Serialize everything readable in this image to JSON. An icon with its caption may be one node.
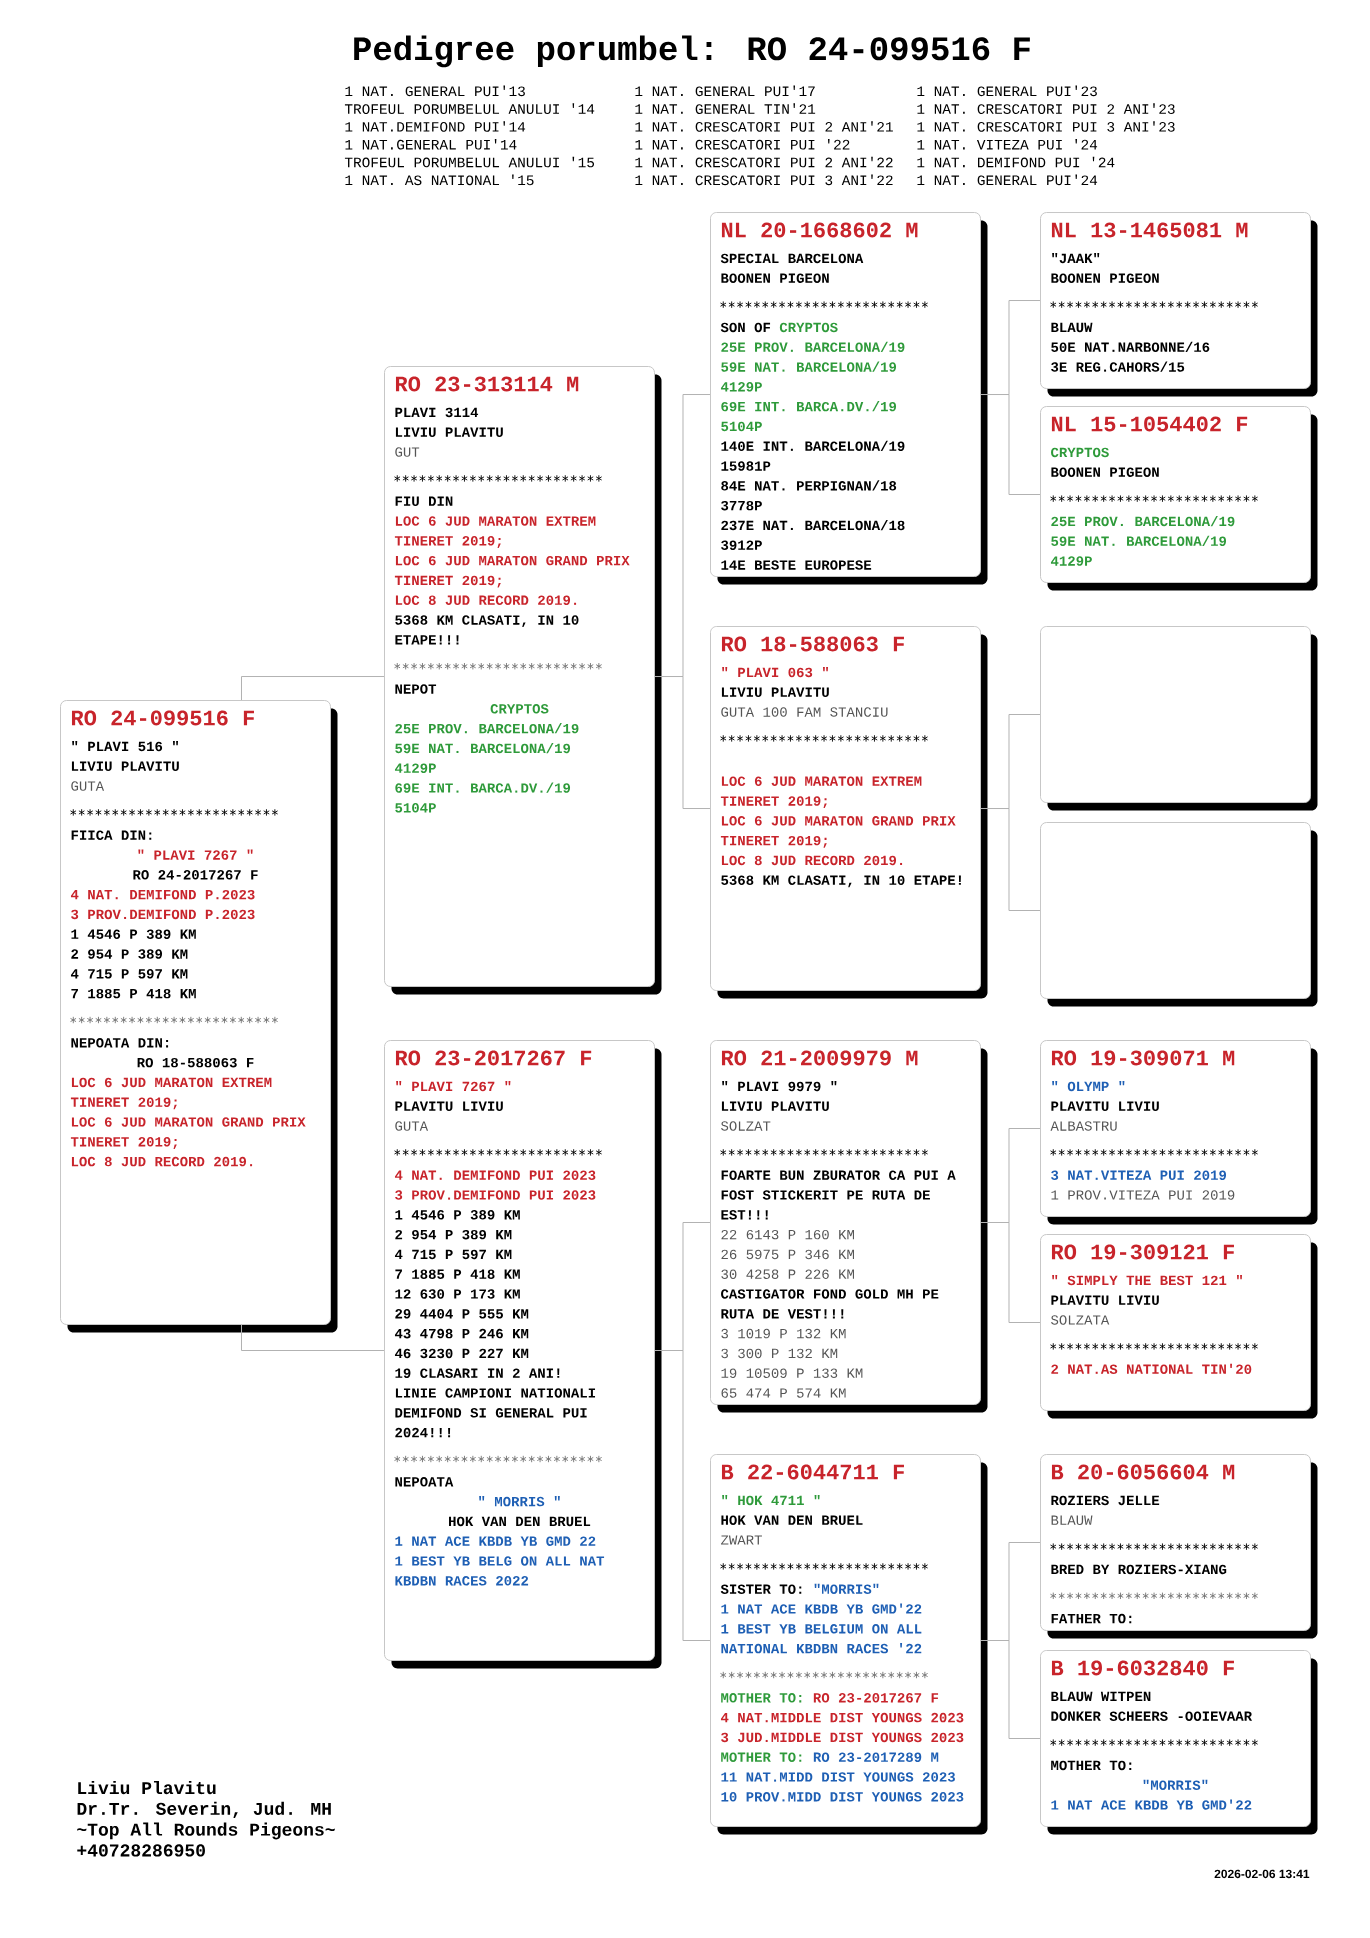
{
  "diagram": {
    "title": "Pedigree porumbel: RO 24-099516 F",
    "nodes": [
      {
        "text": [
          "RO 24-099516 F",
          "\" PLAVI 516 \"",
          "LIVIU PLAVITU",
          "GUTA",
          "FIICA DIN:",
          "\" PLAVI 7267 \"",
          "RO 24-2017267 F",
          "4 NAT. DEMIFOND P.2023",
          "3 PROV.DEMIFOND P.2023",
          "1 4546 P 389 KM",
          "2 954 P 389 KM",
          "4 715 P 597 KM",
          "7 1885 P 418 KM",
          "NEPOATA DIN:",
          "RO 18-588063 F",
          "LOC 6 JUD MARATON EXTREM TINERET 2019;",
          "LOC 6 JUD MARATON GRAND PRIX TINERET 2019;",
          "LOC 8 JUD RECORD 2019."
        ]
      },
      {
        "text": [
          "RO 23-313114 M",
          "PLAVI 3114",
          "LIVIU PLAVITU",
          "GUT",
          "FIU DIN",
          "LOC 6 JUD MARATON EXTREM TINERET 2019;",
          "LOC 6 JUD MARATON GRAND PRIX TINERET 2019;",
          "LOC 8 JUD RECORD 2019.",
          "5368 KM CLASATI, IN 10 ETAPE!!!",
          "NEPOT",
          "CRYPTOS",
          "25E PROV. BARCELONA/19",
          "59E NAT. BARCELONA/19",
          "4129P",
          "69E INT. BARCA.DV./19",
          "5104P"
        ]
      },
      {
        "text": [
          "RO 23-2017267 F",
          "\" PLAVI 7267 \"",
          "PLAVITU LIVIU",
          "GUTA",
          "4 NAT. DEMIFOND PUI 2023",
          "3 PROV.DEMIFOND PUI 2023",
          "1 4546 P 389 KM",
          "2 954 P 389 KM",
          "4 715 P 597 KM",
          "7 1885 P 418 KM",
          "12 630 P 173 KM",
          "29 4404 P 555 KM",
          "43 4798 P 246 KM",
          "46 3230 P 227 KM",
          "19 CLASARI IN 2 ANI!",
          "LINIE CAMPIONI NATIONALI DEMIFOND SI GENERAL PUI 2024!!!",
          "NEPOATA",
          "\" MORRIS \"",
          "HOK VAN DEN BRUEL",
          "1 NAT ACE KBDB YB GMD 22",
          "1 BEST YB BELG ON ALL NAT KBDBN RACES 2022"
        ]
      },
      {
        "text": [
          "NL 20-1668602 M",
          "SPECIAL BARCELONA",
          "BOONEN PIGEON",
          "SON OF",
          "CRYPTOS",
          "25E PROV. BARCELONA/19",
          "59E NAT. BARCELONA/19",
          "4129P",
          "69E INT. BARCA.DV./19",
          "5104P",
          "140E INT. BARCELONA/19",
          "15981P",
          "84E NAT. PERPIGNAN/18",
          "3778P",
          "237E NAT. BARCELONA/18",
          "3912P",
          "14E BESTE EUROPESE"
        ]
      },
      {
        "text": [
          "RO 18-588063 F",
          "\" PLAVI 063 \"",
          "LIVIU PLAVITU",
          "GUTA 100 FAM STANCIU",
          "LOC 6 JUD MARATON EXTREM TINERET 2019;",
          "LOC 6 JUD MARATON GRAND PRIX TINERET 2019;",
          "LOC 8 JUD RECORD 2019.",
          "5368 KM CLASATI, IN 10 ETAPE!"
        ]
      },
      {
        "text": [
          "RO 21-2009979 M",
          "\" PLAVI 9979 \"",
          "LIVIU PLAVITU",
          "SOLZAT",
          "FOARTE BUN ZBURATOR CA PUI A FOST STICKERIT PE RUTA DE EST!!!",
          "22 6143 P 160 KM",
          "26 5975 P 346 KM",
          "30 4258 P 226 KM",
          "CASTIGATOR FOND GOLD MH PE RUTA DE VEST!!!",
          "3 1019 P 132 KM",
          "3 300 P 132 KM",
          "19 10509 P 133 KM",
          "65 474 P 574 KM"
        ]
      },
      {
        "text": [
          "B 22-6044711 F",
          "\" HOK 4711 \"",
          "HOK VAN DEN BRUEL",
          "ZWART",
          "SISTER TO:",
          "\"MORRIS\"",
          "1 NAT ACE KBDB YB GMD'22",
          "1 BEST YB BELGIUM ON ALL NATIONAL KBDBN RACES '22",
          "MOTHER TO:",
          "RO 23-2017267 F",
          "4 NAT.MIDDLE DIST YOUNGS 2023",
          "3 JUD.MIDDLE DIST YOUNGS 2023",
          "MOTHER TO:",
          "RO 23-2017289 M",
          "11 NAT.MIDD DIST YOUNGS 2023",
          "10 PROV.MIDD DIST YOUNGS 2023"
        ]
      },
      {
        "text": [
          "NL 13-1465081 M",
          "\"JAAK\"",
          "BOONEN PIGEON",
          "BLAUW",
          "50E NAT.NARBONNE/16",
          "3E REG.CAHORS/15"
        ]
      },
      {
        "text": [
          "NL 15-1054402 F",
          "CRYPTOS",
          "BOONEN PIGEON",
          "25E PROV. BARCELONA/19",
          "59E NAT. BARCELONA/19",
          "4129P"
        ]
      },
      {
        "text": [],
        "shape": "box"
      },
      {
        "text": [],
        "shape": "box"
      },
      {
        "text": [
          "RO 19-309071 M",
          "\" OLYMP \"",
          "PLAVITU LIVIU",
          "ALBASTRU",
          "3 NAT.VITEZA PUI 2019",
          "1 PROV.VITEZA PUI 2019"
        ]
      },
      {
        "text": [
          "RO 19-309121 F",
          "\" SIMPLY THE BEST 121 \"",
          "PLAVITU LIVIU",
          "SOLZATA",
          "2 NAT.AS NATIONAL TIN'20"
        ]
      },
      {
        "text": [
          "B 20-6056604 M",
          "ROZIERS JELLE",
          "BLAUW",
          "BRED BY ROZIERS-XIANG",
          "FATHER TO:"
        ]
      },
      {
        "text": [
          "B 19-6032840 F",
          "BLAUW WITPEN",
          "DONKER SCHEERS -OOIEVAAR",
          "MOTHER TO:",
          "\"MORRIS\"",
          "1 NAT ACE KBDB YB GMD'22"
        ]
      }
    ],
    "edges": [
      {
        "from": 0,
        "to": 1,
        "arrow": "none"
      },
      {
        "from": 0,
        "to": 2,
        "arrow": "none"
      },
      {
        "from": 1,
        "to": 3,
        "arrow": "none"
      },
      {
        "from": 1,
        "to": 4,
        "arrow": "none"
      },
      {
        "from": 2,
        "to": 5,
        "arrow": "none"
      },
      {
        "from": 2,
        "to": 6,
        "arrow": "none"
      },
      {
        "from": 3,
        "to": 7,
        "arrow": "none"
      },
      {
        "from": 3,
        "to": 8,
        "arrow": "none"
      },
      {
        "from": 4,
        "to": 9,
        "arrow": "none"
      },
      {
        "from": 4,
        "to": 10,
        "arrow": "none"
      },
      {
        "from": 5,
        "to": 11,
        "arrow": "none"
      },
      {
        "from": 5,
        "to": 12,
        "arrow": "none"
      },
      {
        "from": 6,
        "to": 13,
        "arrow": "none"
      },
      {
        "from": 6,
        "to": 14,
        "arrow": "none"
      }
    ],
    "labels": [
      "1 NAT. GENERAL PUI'13",
      "1 NAT. GENERAL PUI'17",
      "1 NAT. GENERAL PUI'23",
      "TROFEUL PORUMBELUL ANULUI '14",
      "1 NAT. GENERAL TIN'21",
      "1 NAT. CRESCATORI PUI 2 ANI'23",
      "1 NAT.DEMIFOND PUI'14",
      "1 NAT. CRESCATORI PUI 2 ANI'21",
      "1 NAT. CRESCATORI PUI 3 ANI'23",
      "1 NAT.GENERAL PUI'14",
      "1 NAT. CRESCATORI PUI '22",
      "1 NAT. VITEZA PUI '24",
      "TROFEUL PORUMBELUL ANULUI '15",
      "1 NAT. CRESCATORI PUI 2 ANI'22",
      "1 NAT. DEMIFOND PUI '24",
      "1 NAT. AS NATIONAL '15",
      "1 NAT. CRESCATORI PUI 3 ANI'22",
      "1 NAT. GENERAL PUI'24",
      "Liviu Plavitu",
      "Dr.Tr. Severin, Jud. MH",
      "~Top All Rounds Pigeons~",
      "+40728286950",
      "2026-02-06 13:41"
    ]
  }
}
